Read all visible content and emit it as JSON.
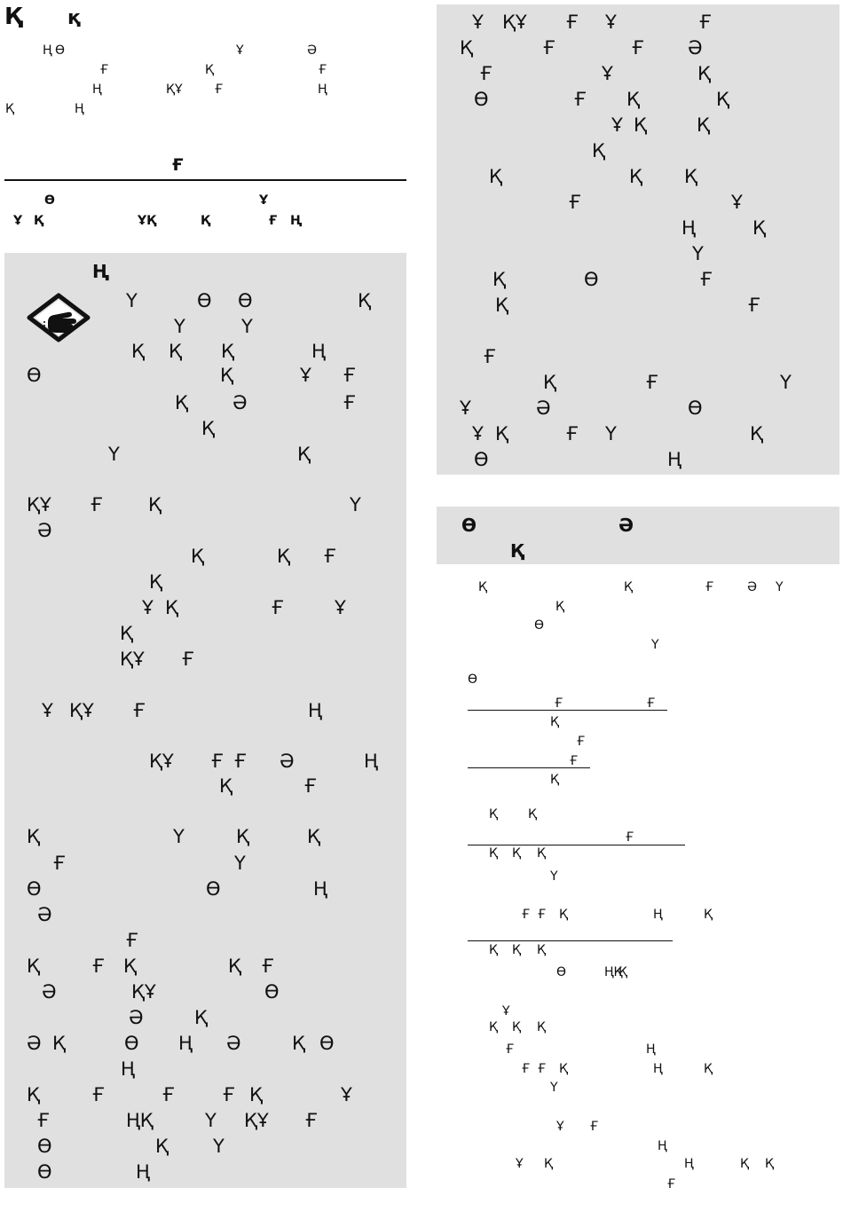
{
  "page": {
    "heading": {
      "g1": "Қ",
      "g2": "қ"
    },
    "intro": [
      [
        "Ң",
        "Ө",
        "Ұ",
        "Ә"
      ],
      [
        "Ғ",
        "Қ",
        "Ғ"
      ],
      [
        "Ң",
        "ҚҰ",
        "Ғ",
        "Ң"
      ],
      [
        "Қ",
        "Ң"
      ]
    ],
    "subheading": "Ғ",
    "sub_lines": [
      [
        "Ө",
        "Ұ"
      ],
      [
        "Ұ",
        "Қ",
        "ҰҚ",
        "Қ",
        "Ғ",
        "Ң"
      ]
    ]
  },
  "left_panel": {
    "title": "Ң",
    "warning_icon": "hand-warning-icon",
    "body": [
      [
        "Ү",
        "Ө",
        "Ө",
        "Қ"
      ],
      [
        "Ү",
        "Ү"
      ],
      [
        "Қ",
        "Қ",
        "Қ",
        "Ң"
      ],
      [
        "Ө",
        "Қ",
        "Ұ",
        "Ғ"
      ],
      [
        "Қ",
        "Ә",
        "Ғ"
      ],
      [
        "Қ"
      ],
      [
        "Ү",
        "Қ"
      ],
      [
        "ҚҰ",
        "Ғ",
        "Қ",
        "Ү"
      ],
      [
        "Ә"
      ],
      [
        "Қ",
        "Қ",
        "Ғ"
      ],
      [
        "Қ"
      ],
      [
        "Ұ",
        "Қ",
        "Ғ",
        "Ұ"
      ],
      [
        "Қ"
      ],
      [
        "ҚҰ",
        "Ғ"
      ],
      [
        "Ұ",
        "ҚҰ",
        "Ғ",
        "Ң"
      ],
      [
        "ҚҰ",
        "Ғ",
        "Ғ",
        "Ә",
        "Ң"
      ],
      [
        "Қ",
        "Ғ"
      ],
      [
        "Қ",
        "Ү",
        "Қ",
        "Қ"
      ],
      [
        "Ғ",
        "Ү"
      ],
      [
        "Ө",
        "Ө",
        "Ң"
      ],
      [
        "Ә"
      ],
      [
        "Ғ"
      ],
      [
        "Қ",
        "Ғ",
        "Қ",
        "Қ",
        "Ғ"
      ],
      [
        "Ә",
        "ҚҰ",
        "Ө"
      ],
      [
        "Ә",
        "Қ"
      ],
      [
        "Ә",
        "Қ",
        "Ө",
        "Ң",
        "Ә",
        "Қ",
        "Ө"
      ],
      [
        "Ң"
      ],
      [
        "Қ",
        "Ғ",
        "Ғ",
        "Ғ",
        "Қ",
        "Ұ"
      ],
      [
        "Ғ",
        "ҢҚ",
        "Ү",
        "ҚҰ",
        "Ғ"
      ],
      [
        "Ө",
        "Қ",
        "Ү"
      ],
      [
        "Ө",
        "Ң"
      ]
    ]
  },
  "right_panel": {
    "body": [
      [
        "Ұ",
        "ҚҰ",
        "Ғ",
        "Ұ",
        "Ғ"
      ],
      [
        "Қ",
        "Ғ",
        "Ғ",
        "Ә"
      ],
      [
        "Ғ",
        "Ұ",
        "Қ"
      ],
      [
        "Ө",
        "Ғ",
        "Қ",
        "Қ"
      ],
      [
        "Ұ",
        "Қ",
        "Қ"
      ],
      [
        "Қ"
      ],
      [
        "Қ",
        "Қ",
        "Қ"
      ],
      [
        "Ғ",
        "Ұ"
      ],
      [
        "Ң",
        "Қ"
      ],
      [
        "Ү"
      ],
      [
        "Қ",
        "Ө",
        "Ғ"
      ],
      [
        "Қ",
        "Ғ"
      ],
      [
        "Ғ"
      ],
      [
        "Қ",
        "Ғ",
        "Ү"
      ],
      [
        "Ұ",
        "Ә",
        "Ө"
      ],
      [
        "Ұ",
        "Қ",
        "Ғ",
        "Ү",
        "Қ"
      ],
      [
        "Ө",
        "Ң"
      ]
    ]
  },
  "right_section": {
    "title": {
      "g1": "Ө",
      "g2": "Ә",
      "g3": "Қ"
    },
    "intro": [
      [
        "Қ",
        "Қ",
        "Ғ",
        "Ә",
        "Ү"
      ],
      [
        "Қ"
      ],
      [
        "Ө"
      ],
      [
        "Ү"
      ]
    ],
    "list": [
      [
        "Ө"
      ],
      [
        "Ғ",
        "Ғ"
      ],
      [
        "Қ"
      ],
      [
        "Ғ"
      ],
      [
        "Ғ"
      ],
      [
        "Қ"
      ],
      [
        "Қ",
        "Қ"
      ],
      [
        "Ғ"
      ],
      [
        "Қ",
        "Қ",
        "Қ"
      ],
      [
        "Ү"
      ],
      [
        "Ғ",
        "Ғ",
        "Қ",
        "Ң",
        "Қ"
      ],
      [
        "Қ",
        "Қ",
        "Қ"
      ],
      [
        "Ө",
        "ҢҚ",
        "Қ"
      ],
      [
        "Ұ"
      ],
      [
        "Қ",
        "Қ",
        "Қ"
      ],
      [
        "Ғ",
        "Ң"
      ],
      [
        "Ғ",
        "Ғ",
        "Қ",
        "Ң",
        "Қ"
      ],
      [
        "Ү"
      ],
      [
        "Ұ",
        "Ғ"
      ],
      [
        "Ң"
      ],
      [
        "Ұ",
        "Қ",
        "Ң",
        "Қ",
        "Қ"
      ],
      [
        "Ғ"
      ]
    ]
  }
}
